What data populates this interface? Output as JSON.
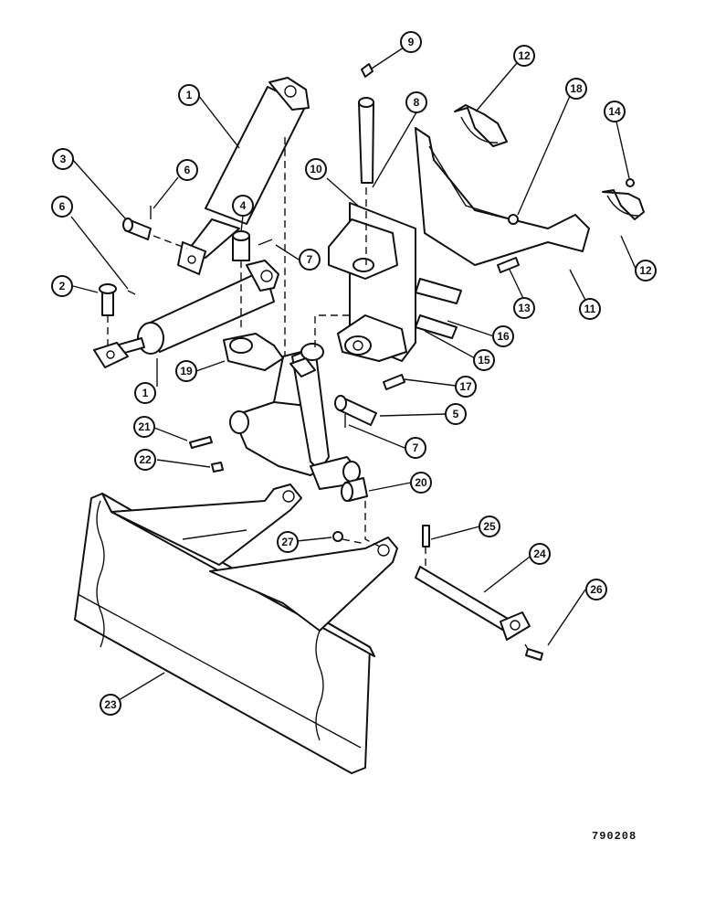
{
  "drawing_number": "790208",
  "callouts": [
    {
      "id": "1a",
      "label": "1"
    },
    {
      "id": "1b",
      "label": "1"
    },
    {
      "id": "2",
      "label": "2"
    },
    {
      "id": "3",
      "label": "3"
    },
    {
      "id": "4",
      "label": "4"
    },
    {
      "id": "5",
      "label": "5"
    },
    {
      "id": "6a",
      "label": "6"
    },
    {
      "id": "6b",
      "label": "6"
    },
    {
      "id": "7a",
      "label": "7"
    },
    {
      "id": "7b",
      "label": "7"
    },
    {
      "id": "8",
      "label": "8"
    },
    {
      "id": "9",
      "label": "9"
    },
    {
      "id": "10",
      "label": "10"
    },
    {
      "id": "11",
      "label": "11"
    },
    {
      "id": "12a",
      "label": "12"
    },
    {
      "id": "12b",
      "label": "12"
    },
    {
      "id": "13",
      "label": "13"
    },
    {
      "id": "14",
      "label": "14"
    },
    {
      "id": "15",
      "label": "15"
    },
    {
      "id": "16",
      "label": "16"
    },
    {
      "id": "17",
      "label": "17"
    },
    {
      "id": "18",
      "label": "18"
    },
    {
      "id": "19",
      "label": "19"
    },
    {
      "id": "20",
      "label": "20"
    },
    {
      "id": "21",
      "label": "21"
    },
    {
      "id": "22",
      "label": "22"
    },
    {
      "id": "23",
      "label": "23"
    },
    {
      "id": "24",
      "label": "24"
    },
    {
      "id": "25",
      "label": "25"
    },
    {
      "id": "26",
      "label": "26"
    },
    {
      "id": "27",
      "label": "27"
    }
  ]
}
